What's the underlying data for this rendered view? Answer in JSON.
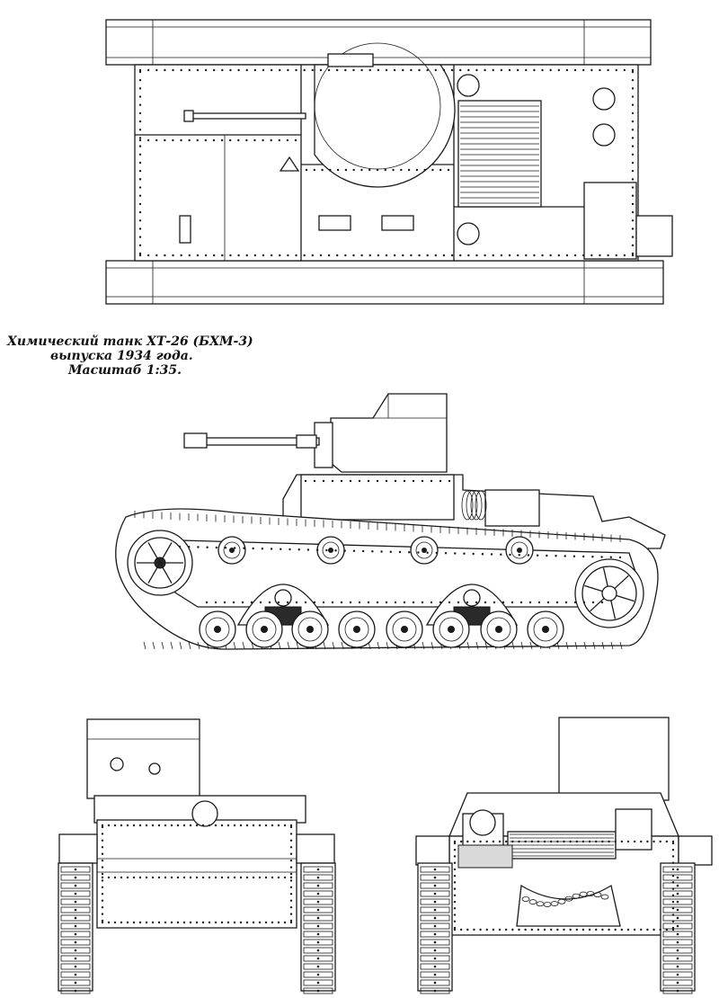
{
  "caption": {
    "line1": "Химический танк ХТ-26 (БХМ-3)",
    "line2": "выпуска 1934 года.",
    "line3": "Масштаб 1:35."
  },
  "colors": {
    "line": "#1a1a1a",
    "paper": "#ffffff",
    "shade": "#d9d9d9"
  },
  "views": [
    "top-view",
    "side-view",
    "front-view",
    "rear-view"
  ]
}
